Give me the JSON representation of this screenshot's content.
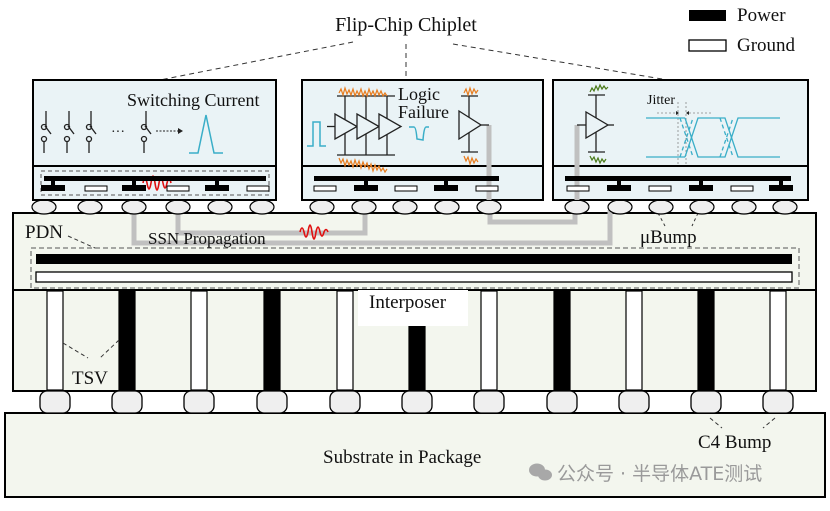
{
  "title": "Flip-Chip Chiplet",
  "legend": [
    {
      "label": "Power",
      "style": "filled"
    },
    {
      "label": "Ground",
      "style": "outline"
    }
  ],
  "chiplets": [
    {
      "id": "switching",
      "label": "Switching Current"
    },
    {
      "id": "logic",
      "label_line1": "Logic",
      "label_line2": "Failure"
    },
    {
      "id": "jitter",
      "label": "Jitter"
    }
  ],
  "labels": {
    "pdn": "PDN",
    "ssn": "SSN Propagation",
    "ubump": "μBump",
    "interposer": "Interposer",
    "tsv": "TSV",
    "substrate": "Substrate in Package",
    "c4": "C4 Bump"
  },
  "watermark": "公众号 · 半导体ATE测试",
  "colors": {
    "chip_fill": "#eaf3f6",
    "interposer_fill": "#f3f6ee",
    "substrate_fill": "#f3f6ee",
    "signal_blue": "#3aaec8",
    "noise_orange": "#e87c1e",
    "noise_red": "#e01010",
    "noise_green": "#4a7a1a",
    "route_gray": "#bdbdbd",
    "power": "#000000",
    "ground": "#ffffff"
  }
}
